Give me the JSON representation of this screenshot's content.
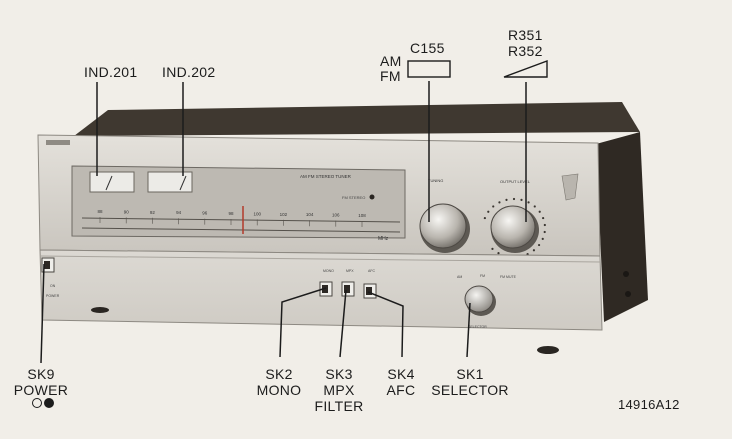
{
  "labels": {
    "ind201": "IND.201",
    "ind202": "IND.202",
    "am": "AM",
    "fm": "FM",
    "c155": "C155",
    "r351": "R351",
    "r352": "R352",
    "sk9_id": "SK9",
    "sk9_name": "POWER",
    "sk2_id": "SK2",
    "sk2_name": "MONO",
    "sk3_id": "SK3",
    "sk3_name1": "MPX",
    "sk3_name2": "FILTER",
    "sk4_id": "SK4",
    "sk4_name": "AFC",
    "sk1_id": "SK1",
    "sk1_name": "SELECTOR",
    "figure_code": "14916A12"
  },
  "panel": {
    "title": "AM FM STEREO TUNER",
    "tuning": "TUNING",
    "output_level": "OUTPUT LEVEL",
    "stereo": "FM STEREO",
    "mono": "MONO",
    "mpx": "MPX",
    "afc": "AFC",
    "on": "ON",
    "power": "POWER",
    "am": "AM",
    "fm": "FM",
    "fm_mute": "FM MUTE",
    "selector": "SELECTOR",
    "scale_mhz": "MHz",
    "scale_ticks": [
      "88",
      "90",
      "92",
      "94",
      "96",
      "98",
      "100",
      "102",
      "104",
      "106",
      "108"
    ]
  },
  "colors": {
    "ink": "#1c1c1c",
    "paper": "#f1eee8",
    "cabinet": "#3a332c",
    "metal": "#d9d6d0"
  }
}
